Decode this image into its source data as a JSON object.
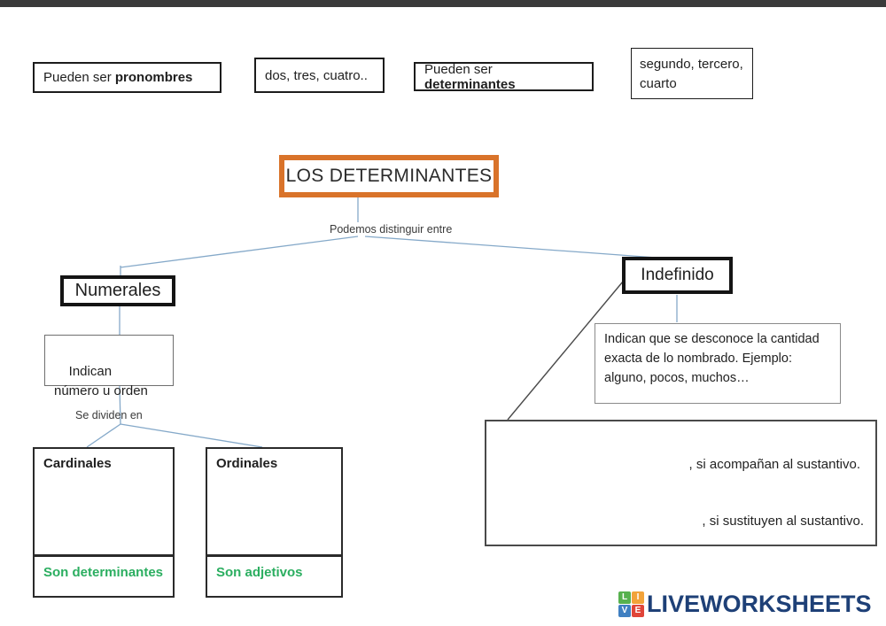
{
  "colors": {
    "accent_orange": "#d9732a",
    "connector_blue": "#85a9c9",
    "connector_dark": "#4a4a4a",
    "green": "#2bae60",
    "logo_navy": "#1e4077",
    "bottom_bar": "#3a3a3a"
  },
  "answer_chips": {
    "chip1": {
      "prefix": "Pueden ser ",
      "bold": "pronombres"
    },
    "chip2": {
      "label": "dos, tres, cuatro.."
    },
    "chip3": {
      "prefix": "Pueden ser ",
      "bold": "determinantes"
    },
    "chip4": {
      "label": "segundo, tercero, cuarto"
    }
  },
  "diagram": {
    "title": "LOS DETERMINANTES",
    "distinguish_label": "Podemos distinguir entre",
    "numerales": {
      "title": "Numerales",
      "description": "Indican  número u orden",
      "divide_label": "Se dividen en",
      "cardinales": {
        "title": "Cardinales",
        "footer": "Son determinantes"
      },
      "ordinales": {
        "title": "Ordinales",
        "footer": "Son adjetivos"
      }
    },
    "indefinido": {
      "title": "Indefinido",
      "description": "Indican que se desconoce la cantidad exacta de lo nombrado. Ejemplo: alguno, pocos, muchos…",
      "usage_line1": ", si acompañan al sustantivo.",
      "usage_line2": ", si sustituyen al sustantivo."
    }
  },
  "footer": {
    "logo_squares": [
      {
        "letter": "L",
        "color": "#57b14e"
      },
      {
        "letter": "I",
        "color": "#f2a33a"
      },
      {
        "letter": "V",
        "color": "#3f7fc1"
      },
      {
        "letter": "E",
        "color": "#e04539"
      }
    ],
    "logo_text": "LIVEWORKSHEETS"
  }
}
